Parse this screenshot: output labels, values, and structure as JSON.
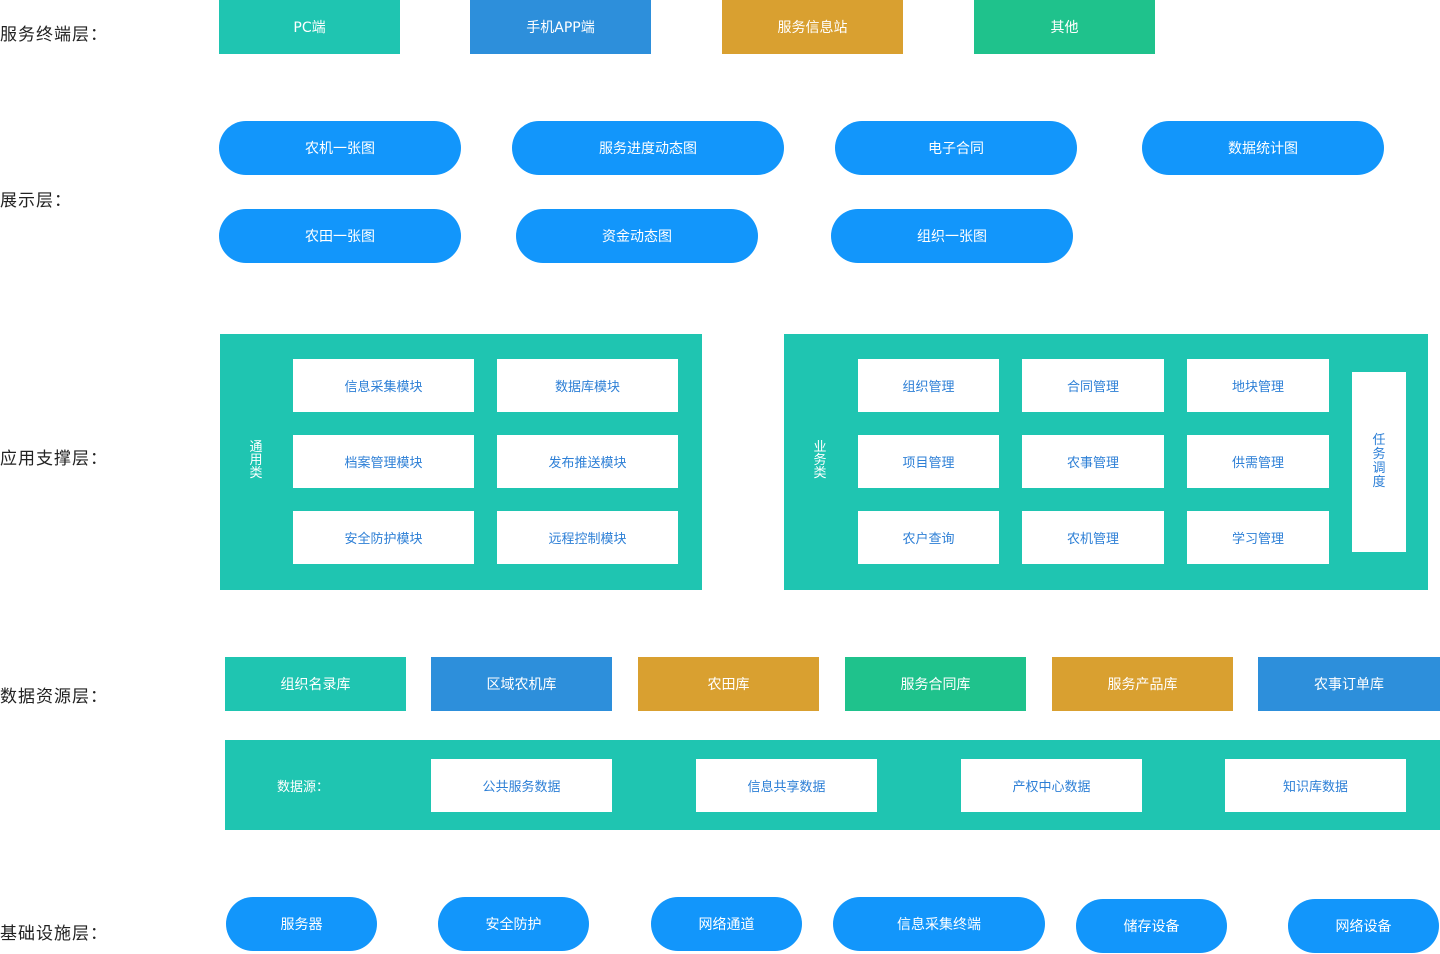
{
  "layers": {
    "terminal": "服务终端层：",
    "display": "展示层：",
    "app": "应用支撑层：",
    "data": "数据资源层：",
    "infra": "基础设施层："
  },
  "terminal_items": [
    "PC端",
    "手机APP端",
    "服务信息站",
    "其他"
  ],
  "display_items": [
    "农机一张图",
    "服务进度动态图",
    "电子合同",
    "数据统计图",
    "农田一张图",
    "资金动态图",
    "组织一张图"
  ],
  "general": {
    "label": "通用类",
    "modules": [
      "信息采集模块",
      "数据库模块",
      "档案管理模块",
      "发布推送模块",
      "安全防护模块",
      "远程控制模块"
    ]
  },
  "business": {
    "label": "业务类",
    "modules": [
      "组织管理",
      "合同管理",
      "地块管理",
      "项目管理",
      "农事管理",
      "供需管理",
      "农户查询",
      "农机管理",
      "学习管理"
    ],
    "side": "任务调度"
  },
  "databases": [
    "组织名录库",
    "区域农机库",
    "农田库",
    "服务合同库",
    "服务产品库",
    "农事订单库"
  ],
  "data_source": {
    "label": "数据源：",
    "items": [
      "公共服务数据",
      "信息共享数据",
      "产权中心数据",
      "知识库数据"
    ]
  },
  "infra_items": [
    "服务器",
    "安全防护",
    "网络通道",
    "信息采集终端",
    "储存设备",
    "网络设备"
  ],
  "colors": {
    "teal": "#1fc5b1",
    "blue": "#2d8fdb",
    "gold": "#d9a030",
    "green": "#1fc28c",
    "pill": "#1296fb",
    "module_text": "#2d7fd6"
  }
}
